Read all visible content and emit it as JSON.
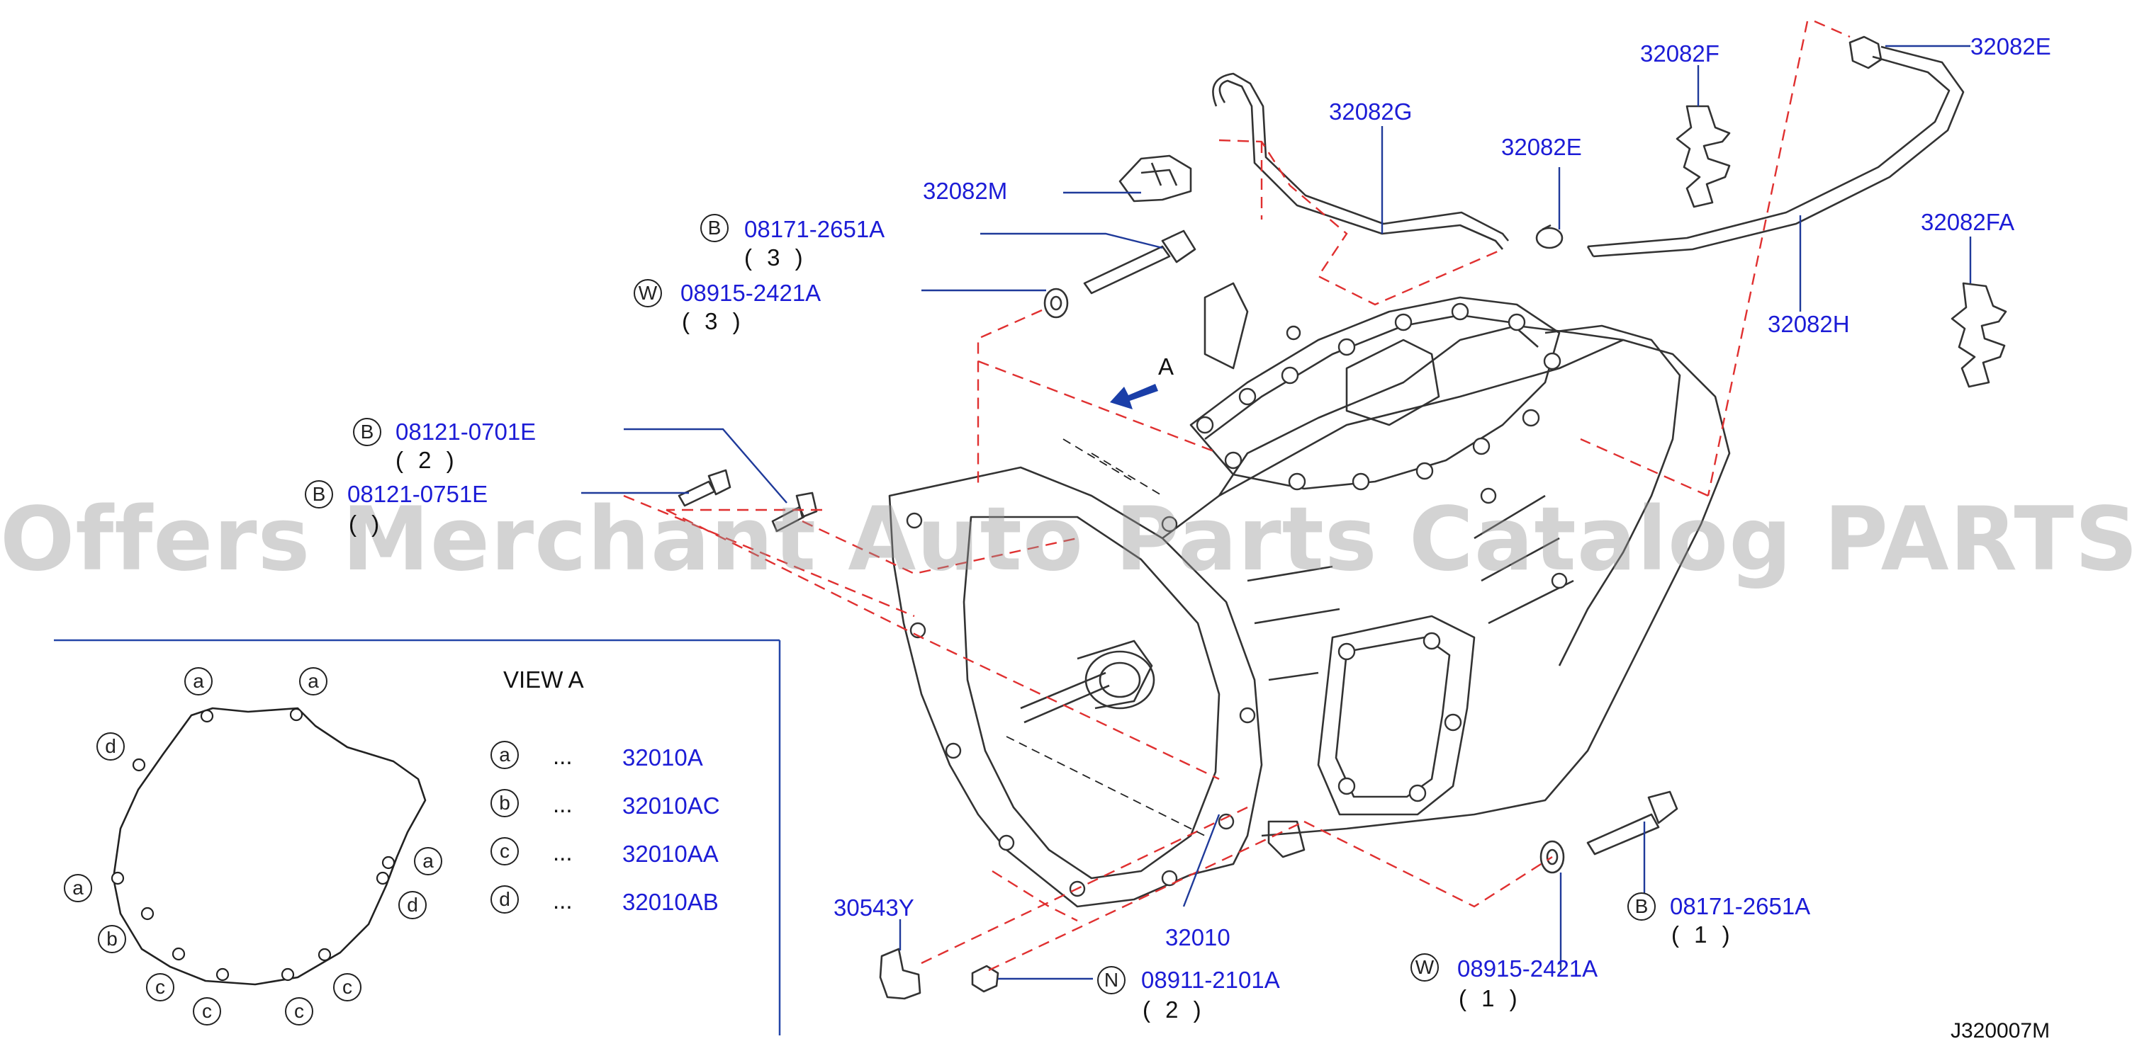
{
  "parts": {
    "p32082G": "32082G",
    "p32082M": "32082M",
    "p32082E_top": "32082E",
    "p32082E_mid": "32082E",
    "p32082F": "32082F",
    "p32082FA": "32082FA",
    "p32082H": "32082H",
    "p08171_top": "08171-2651A",
    "p08171_top_qty": "( 3 )",
    "p08915_top": "08915-2421A",
    "p08915_top_qty": "( 3 )",
    "p08121_0701": "08121-0701E",
    "p08121_0701_qty": "( 2 )",
    "p08121_0751": "08121-0751E",
    "p08121_0751_qty": "( )",
    "p30543Y": "30543Y",
    "p32010": "32010",
    "p08911": "08911-2101A",
    "p08911_qty": "( 2 )",
    "p08171_bot": "08171-2651A",
    "p08171_bot_qty": "( 1 )",
    "p08915_bot": "08915-2421A",
    "p08915_bot_qty": "( 1 )"
  },
  "symbols": {
    "bolt": "B",
    "washer": "W",
    "nut": "N",
    "a": "a",
    "b": "b",
    "c": "c",
    "d": "d"
  },
  "view": {
    "arrow_label": "A",
    "title": "VIEW    A",
    "legend": [
      {
        "key": "a",
        "dots": "...",
        "part": "32010A"
      },
      {
        "key": "b",
        "dots": "...",
        "part": "32010AC"
      },
      {
        "key": "c",
        "dots": "...",
        "part": "32010AA"
      },
      {
        "key": "d",
        "dots": "...",
        "part": "32010AB"
      }
    ]
  },
  "watermark": "Offers Merchant Auto Parts Catalog PARTSTORE.SA",
  "diagram_id": "J320007M",
  "colors": {
    "part_number": "#1c1cd6",
    "leader": "#1f3a9a",
    "dashed": "#e03030",
    "line_art": "#333333",
    "arrow": "#1a3ea8"
  }
}
